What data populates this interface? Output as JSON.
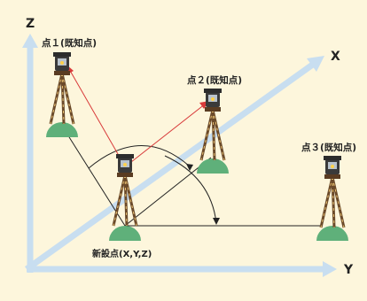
{
  "axes": {
    "z_label": "Z",
    "x_label": "X",
    "y_label": "Y"
  },
  "points": {
    "p1_label": "点１(既知点)",
    "p2_label": "点２(既知点)",
    "p3_label": "点３(既知点)",
    "new_label": "新設点(X,Y,Z)"
  },
  "colors": {
    "background": "#fdf6dc",
    "axis": "#c8def0",
    "mound": "#5fb07a",
    "tripod_leg": "#6b4a2a",
    "instrument": "#3a3a3a",
    "sight_line": "#d83a3a",
    "angle_line": "#222222"
  }
}
